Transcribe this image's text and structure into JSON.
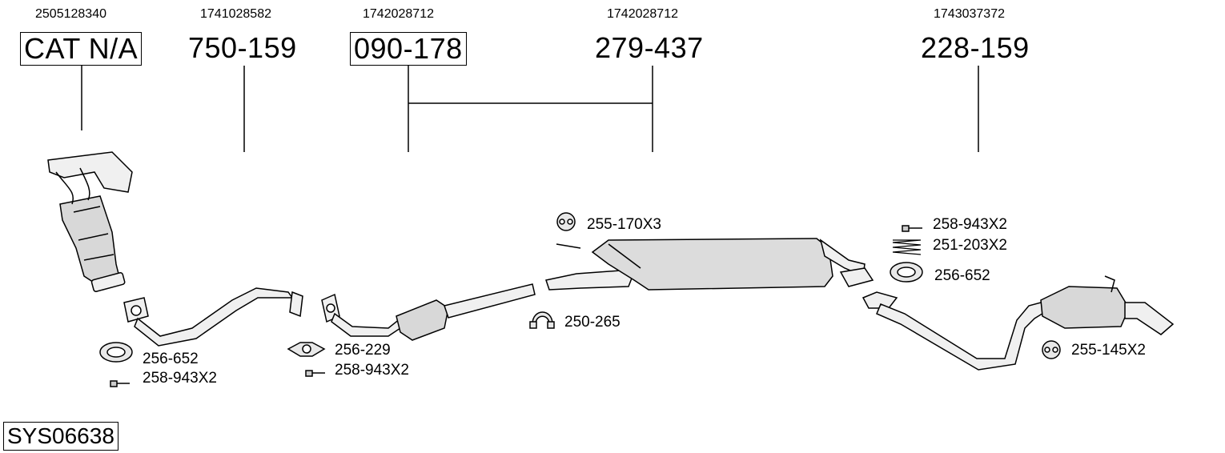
{
  "main_parts": [
    {
      "oem": "2505128340",
      "part": "CAT N/A",
      "boxed": true
    },
    {
      "oem": "1741028582",
      "part": "750-159",
      "boxed": false
    },
    {
      "oem": "1742028712",
      "part": "090-178",
      "boxed": true
    },
    {
      "oem": "1742028712",
      "part": "279-437",
      "boxed": false
    },
    {
      "oem": "1743037372",
      "part": "228-159",
      "boxed": false
    }
  ],
  "accessories": {
    "gasket_1": "256-652",
    "bolt_1": "258-943X2",
    "gasket_2": "256-229",
    "bolt_2": "258-943X2",
    "rubber_mount_1": "255-170X3",
    "clamp": "250-265",
    "bolt_3": "258-943X2",
    "spring": "251-203X2",
    "gasket_3": "256-652",
    "rubber_mount_2": "255-145X2"
  },
  "system_code": "SYS06638"
}
